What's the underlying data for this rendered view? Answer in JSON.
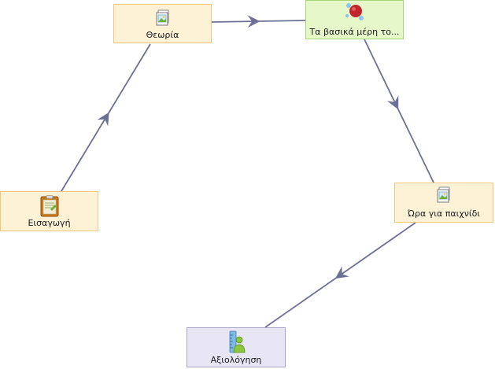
{
  "diagram": {
    "nodes": [
      {
        "id": "theory",
        "label": "Θεωρία",
        "icon": "image-document-icon"
      },
      {
        "id": "basic-parts",
        "label": "Τα βασικά μέρη το...",
        "icon": "molecule-icon"
      },
      {
        "id": "intro",
        "label": "Εισαγωγή",
        "icon": "clipboard-icon"
      },
      {
        "id": "game-time",
        "label": "Ώρα για παιχνίδι",
        "icon": "image-document-icon"
      },
      {
        "id": "evaluation",
        "label": "Αξιολόγηση",
        "icon": "assessment-icon"
      }
    ],
    "edges": [
      {
        "from": "intro",
        "to": "theory"
      },
      {
        "from": "theory",
        "to": "basic-parts"
      },
      {
        "from": "basic-parts",
        "to": "game-time"
      },
      {
        "from": "game-time",
        "to": "evaluation"
      }
    ],
    "colors": {
      "edge": "#6d7096",
      "node_default_fill": "#fdf2d6",
      "node_default_border": "#f5c77a",
      "node_green_fill": "#e6f7c9",
      "node_purple_fill": "#e8e6f4"
    }
  }
}
